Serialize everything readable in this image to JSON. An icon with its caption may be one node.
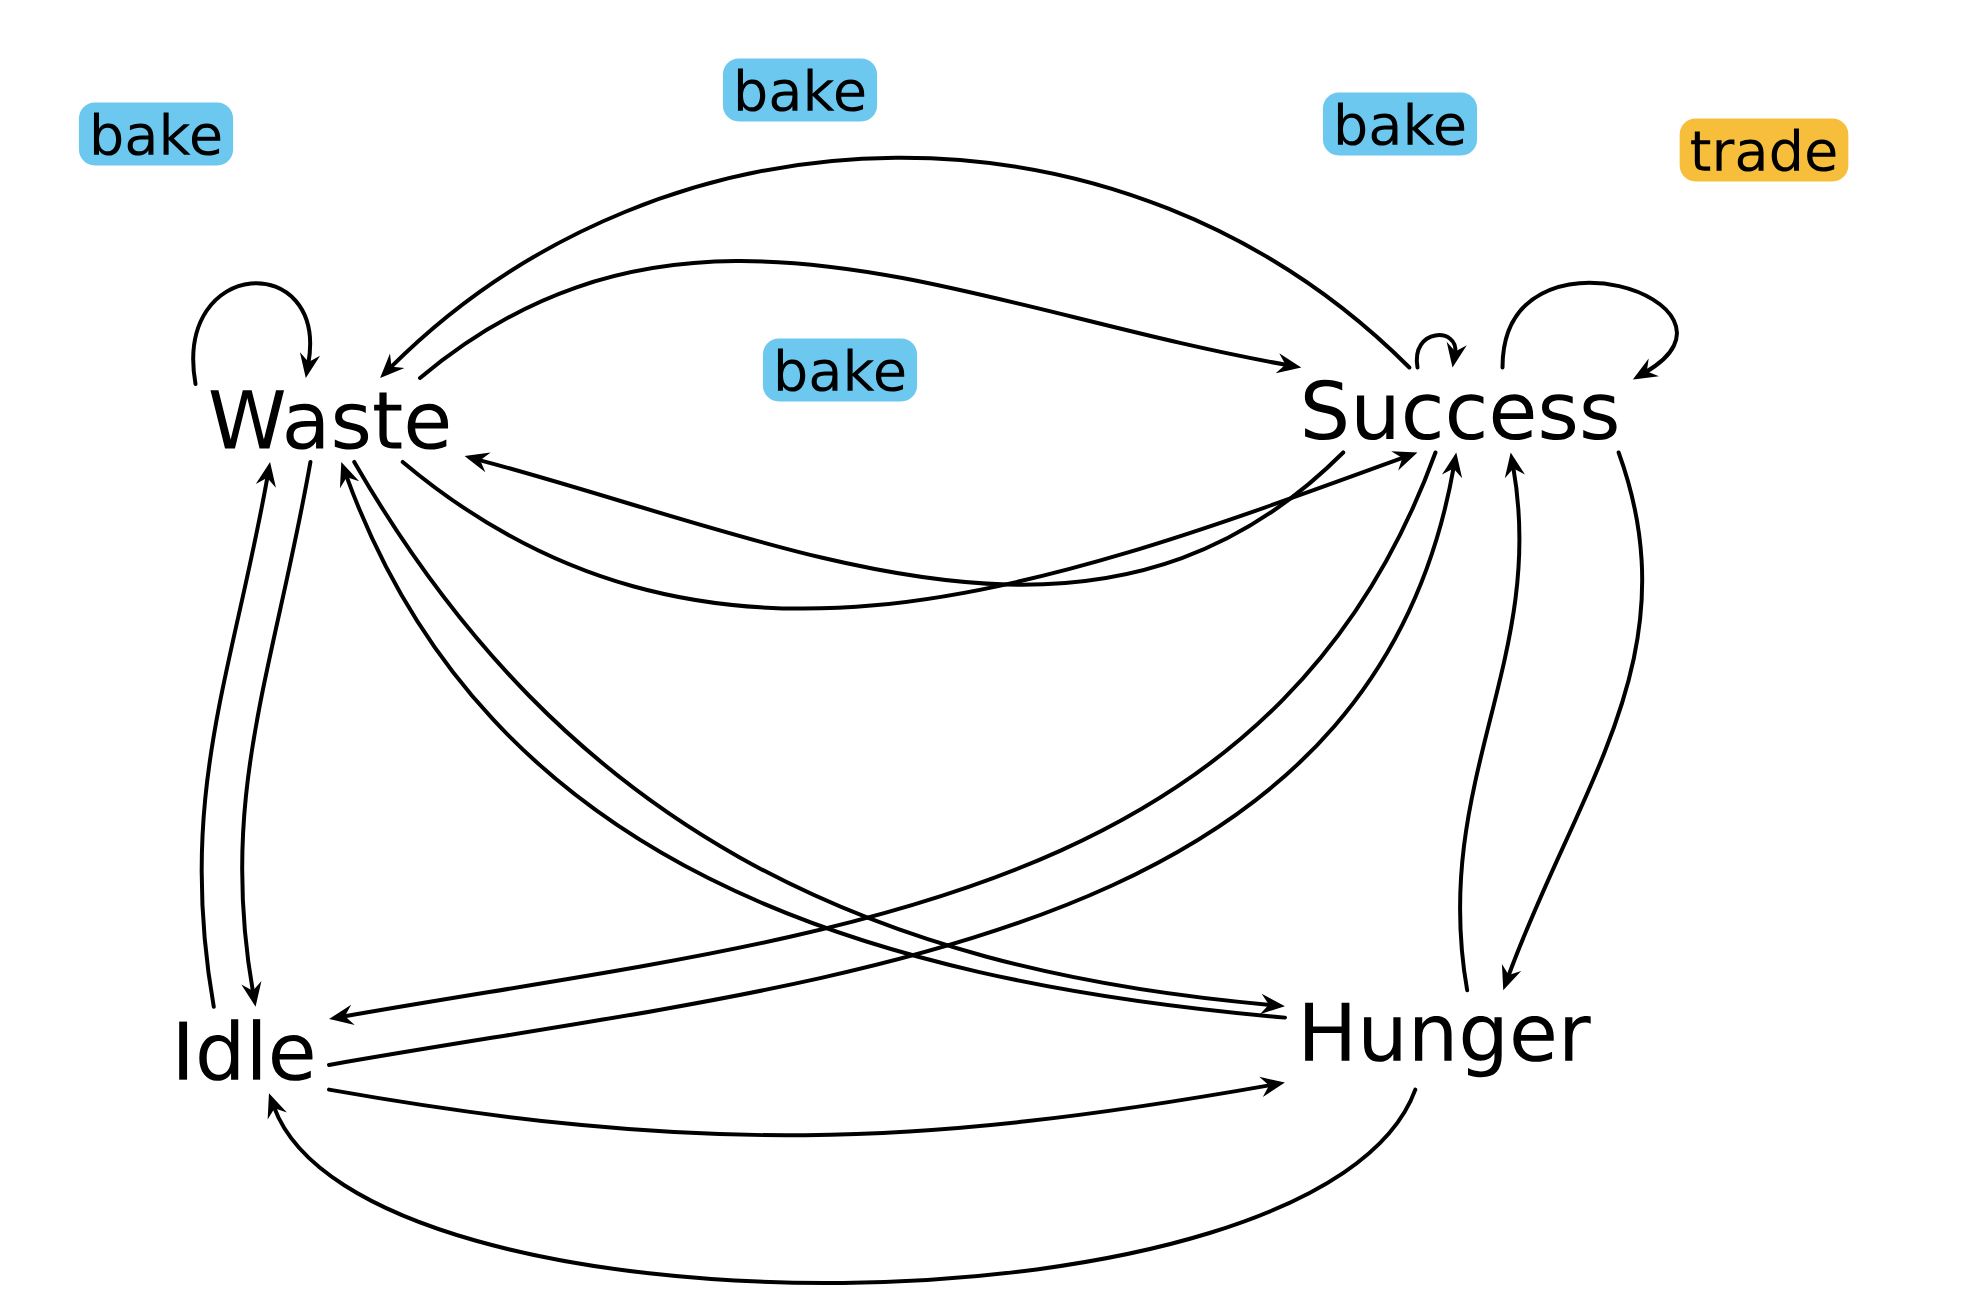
{
  "diagram": {
    "nodes": [
      {
        "text": [
          "Waste"
        ]
      },
      {
        "text": [
          "Success"
        ]
      },
      {
        "text": [
          "Idle"
        ]
      },
      {
        "text": [
          "Hunger"
        ]
      }
    ],
    "edges": [
      {
        "from": 0,
        "to": 0,
        "arrow": "to",
        "label": "bake"
      },
      {
        "from": 1,
        "to": 1,
        "arrow": "to",
        "label": "bake"
      },
      {
        "from": 1,
        "to": 1,
        "arrow": "to",
        "label": "trade"
      },
      {
        "from": 1,
        "to": 0,
        "arrow": "to",
        "label": "bake"
      },
      {
        "from": 0,
        "to": 1,
        "arrow": "to",
        "label": "bake"
      },
      {
        "from": 1,
        "to": 0,
        "arrow": "to"
      },
      {
        "from": 0,
        "to": 1,
        "arrow": "to"
      },
      {
        "from": 0,
        "to": 2,
        "arrow": "to"
      },
      {
        "from": 2,
        "to": 0,
        "arrow": "to"
      },
      {
        "from": 1,
        "to": 3,
        "arrow": "to"
      },
      {
        "from": 3,
        "to": 1,
        "arrow": "to"
      },
      {
        "from": 2,
        "to": 3,
        "arrow": "to"
      },
      {
        "from": 3,
        "to": 2,
        "arrow": "to"
      },
      {
        "from": 0,
        "to": 3,
        "arrow": "to"
      },
      {
        "from": 3,
        "to": 0,
        "arrow": "to"
      },
      {
        "from": 1,
        "to": 2,
        "arrow": "to"
      },
      {
        "from": 2,
        "to": 1,
        "arrow": "to"
      }
    ]
  }
}
